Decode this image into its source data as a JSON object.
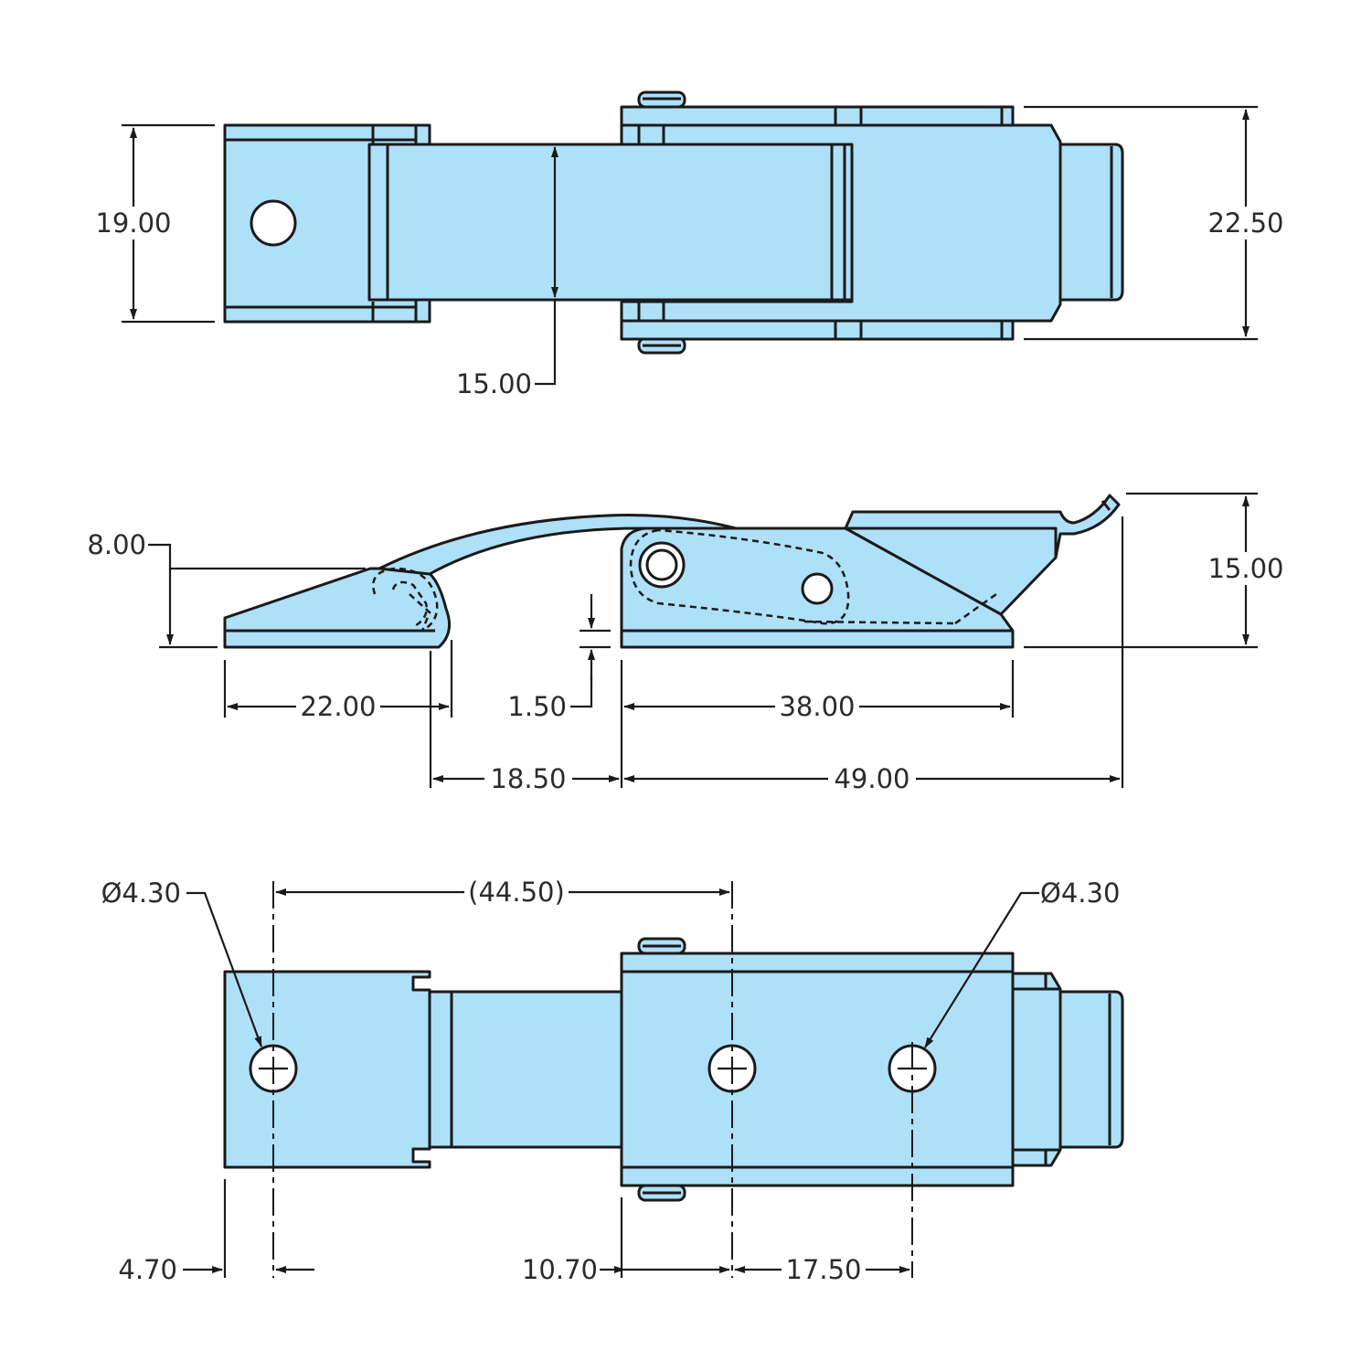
{
  "top_view": {
    "dim_width_left": "19.00",
    "dim_width_right": "22.50",
    "dim_strap_width": "15.00"
  },
  "side_view": {
    "dim_height_left": "8.00",
    "dim_height_right": "15.00",
    "dim_keeper_length": "22.00",
    "dim_thickness": "1.50",
    "dim_base_length": "38.00",
    "dim_gap": "18.50",
    "dim_overall": "49.00"
  },
  "bottom_view": {
    "dim_hole_left": "Ø4.30",
    "dim_hole_right": "Ø4.30",
    "dim_hole_spacing": "(44.50)",
    "dim_edge_offset": "4.70",
    "dim_base_offset": "10.70",
    "dim_hole_pitch": "17.50"
  }
}
